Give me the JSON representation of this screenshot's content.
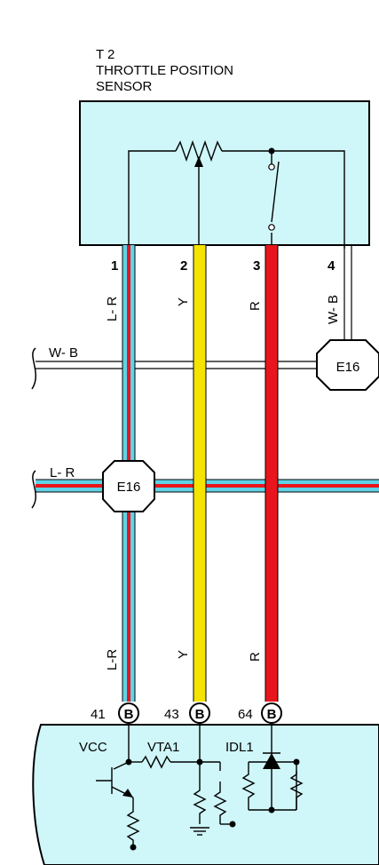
{
  "component": {
    "id": "T 2",
    "name_line1": "THROTTLE POSITION",
    "name_line2": "SENSOR"
  },
  "wires": [
    {
      "pin": "1",
      "color_code": "L- R",
      "color_code_lower": "L-R",
      "ecu_pin": "41",
      "connector": "B"
    },
    {
      "pin": "2",
      "color_code": "Y",
      "color_code_lower": "Y",
      "ecu_pin": "43",
      "connector": "B"
    },
    {
      "pin": "3",
      "color_code": "R",
      "color_code_lower": "R",
      "ecu_pin": "64",
      "connector": "B"
    },
    {
      "pin": "4",
      "color_code": "W- B"
    }
  ],
  "buses": {
    "upper": {
      "label": "W- B",
      "splice": "E16"
    },
    "lower": {
      "label": "L- R",
      "splice": "E16"
    }
  },
  "ecu": {
    "terminals": [
      "VCC",
      "VTA1",
      "IDL1"
    ]
  },
  "colors": {
    "light_blue": "#5fd3e8",
    "red": "#e8161c",
    "yellow": "#f5e400",
    "fill": "#cff6f8"
  }
}
